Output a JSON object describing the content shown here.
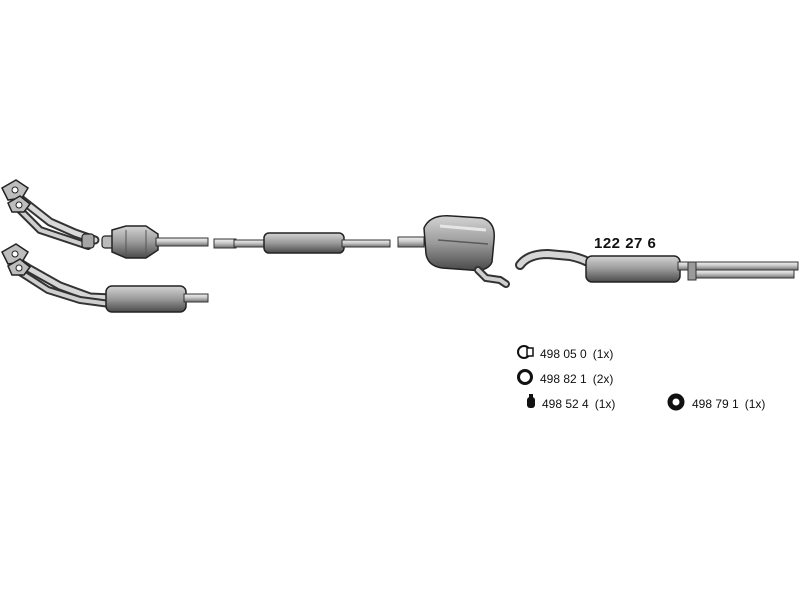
{
  "diagram": {
    "main_part_number": "122 27 6",
    "fittings": [
      {
        "icon": "clamp-icon",
        "number": "498 05 0",
        "qty": "(1x)"
      },
      {
        "icon": "gasket-ring-icon",
        "number": "498 82 1",
        "qty": "(2x)"
      },
      {
        "icon": "rubber-hanger-icon",
        "number": "498 52 4",
        "qty": "(1x)"
      },
      {
        "icon": "rubber-mount-icon",
        "number": "498 79 1",
        "qty": "(1x)"
      }
    ]
  }
}
